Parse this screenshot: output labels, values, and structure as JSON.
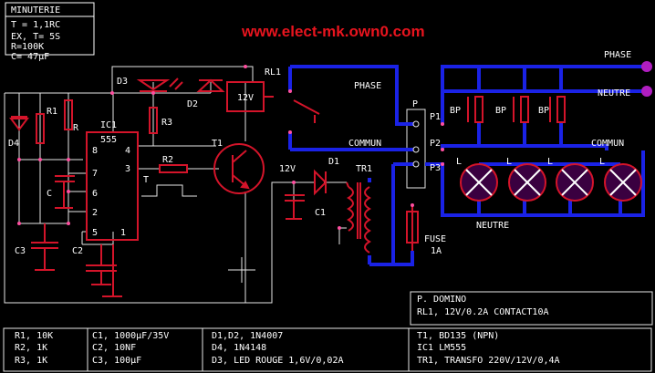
{
  "title_box": {
    "title": "MINUTERIE",
    "formula": "T = 1,1RC",
    "example": "EX,   T= 5S",
    "r_value": "R=100K",
    "c_value": "C= 47µF"
  },
  "website": "www.elect-mk.own0.com",
  "labels": {
    "phase_top": "PHASE",
    "neutre_top": "NEUTRE",
    "phase_mid": "PHASE",
    "commun_left": "COMMUN",
    "commun_right": "COMMUN",
    "neutre_bottom": "NEUTRE",
    "p": "P",
    "p1": "P1",
    "p2": "P2",
    "p3": "P3",
    "rl1": "RL1",
    "relay_voltage": "12V",
    "d3": "D3",
    "d2": "D2",
    "r3": "R3",
    "t1": "T1",
    "r1": "R1",
    "r": "R",
    "d4": "D4",
    "ic1": "IC1",
    "ic_part": "555",
    "pin8": "8",
    "pin4": "4",
    "pin7": "7",
    "pin3": "3",
    "pin6": "6",
    "pin2": "2",
    "pin5": "5",
    "pin1": "1",
    "c": "C",
    "c2": "C2",
    "c3": "C3",
    "r2": "R2",
    "t_pulse": "T",
    "supply_12v": "12V",
    "d1": "D1",
    "tr1": "TR1",
    "c1": "C1",
    "fuse": "FUSE",
    "fuse_rating": "1A",
    "bp": [
      "BP",
      "BP",
      "BP"
    ],
    "lamp": [
      "L",
      "L",
      "L",
      "L"
    ]
  },
  "author_box": {
    "author": "P. DOMINO",
    "relay": "RL1, 12V/0.2A  CONTACT10A"
  },
  "parts_table": {
    "col1": [
      "R1, 10K",
      "R2, 1K",
      "R3, 1K"
    ],
    "col2": [
      "C1, 1000µF/35V",
      "C2, 10NF",
      "C3, 100µF"
    ],
    "col3": [
      "D1,D2, 1N4007",
      "D4, 1N4148",
      "D3, LED ROUGE 1,6V/0,02A"
    ],
    "col4": [
      "T1, BD135 (NPN)",
      "IC1 LM555",
      "TR1, TRANSFO 220V/12V/0,4A"
    ]
  },
  "colors": {
    "background": "#000000",
    "wire_red": "#d4142a",
    "wire_white": "#e6e6e6",
    "wire_blue": "#1a22e6",
    "lamp_fill": "#3a0040",
    "terminal": "#b01ec0",
    "component_red": "#e8141e",
    "text": "#ffffff"
  }
}
